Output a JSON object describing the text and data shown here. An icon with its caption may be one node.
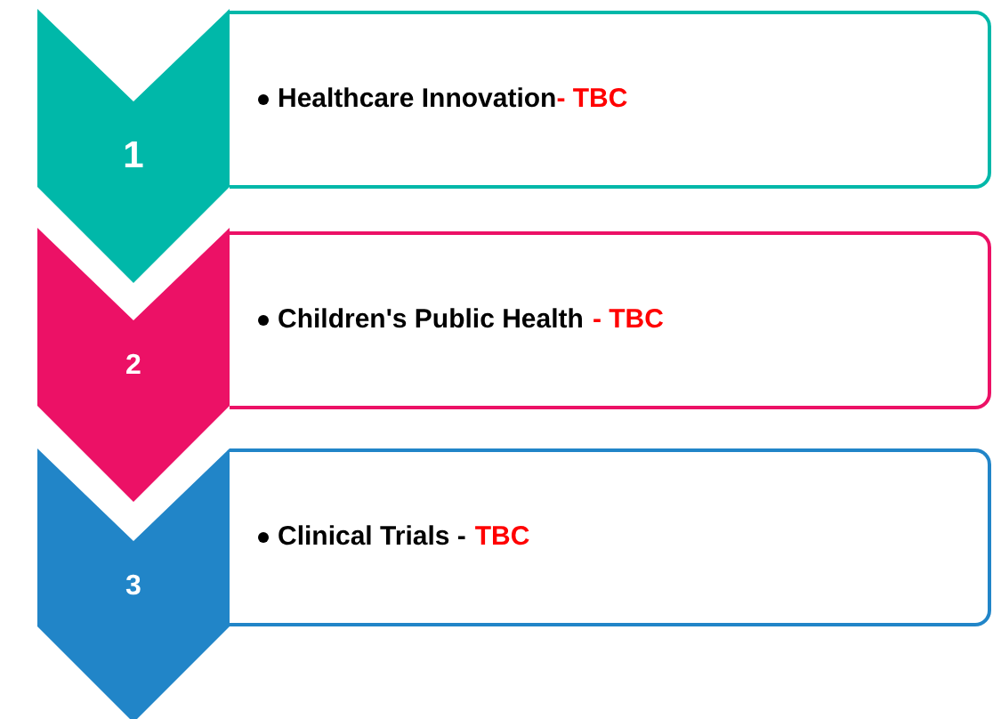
{
  "diagram": {
    "nodes": [
      {
        "text": [
          "1"
        ]
      },
      {
        "text": [
          "Healthcare Innovation",
          "- TBC"
        ]
      },
      {
        "text": [
          "2"
        ]
      },
      {
        "text": [
          "Children's Public Health",
          "- TBC"
        ]
      },
      {
        "text": [
          "3"
        ]
      },
      {
        "text": [
          "Clinical Trials -",
          "TBC"
        ]
      }
    ]
  }
}
